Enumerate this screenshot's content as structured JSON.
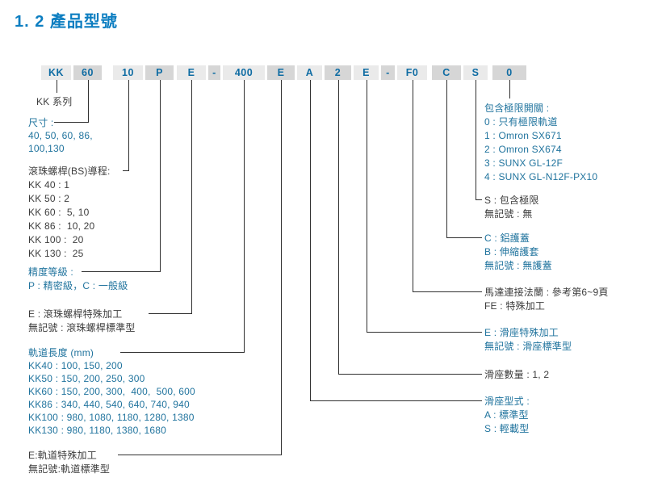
{
  "title": "1. 2 產品型號",
  "colors": {
    "title_blue": "#0d7ec1",
    "text_blue": "#21749e",
    "text_dark": "#3d3d3d",
    "box_light": "#eaeaea",
    "box_dark": "#d6d6d6",
    "box_text_blue": "#0f6ca3",
    "line_dark": "#303030"
  },
  "model_code": {
    "segments": [
      "KK",
      "60",
      "10",
      "P",
      "E",
      "-",
      "400",
      "E",
      "A",
      "2",
      "E",
      "-",
      "F0",
      "C",
      "S",
      "0"
    ]
  },
  "annotations": {
    "kk_series": {
      "color": "dark",
      "lines": [
        "KK 系列"
      ]
    },
    "size": {
      "color": "blue",
      "lines": [
        "尺寸 :",
        "40, 50, 60, 86,",
        "100,130"
      ]
    },
    "bs_lead": {
      "color": "dark",
      "lines": [
        "滾珠螺桿(BS)導程:",
        "KK 40 : 1",
        "KK 50 : 2",
        "KK 60 :  5, 10",
        "KK 86 :  10, 20",
        "KK 100 :  20",
        "KK 130 :  25"
      ]
    },
    "precision": {
      "color": "blue",
      "lines": [
        "精度等級 :",
        "P : 精密級，C : 一般級"
      ]
    },
    "bs_special": {
      "color": "dark",
      "lines": [
        "E : 滾珠螺桿特殊加工",
        "無記號 : 滾珠螺桿標準型"
      ]
    },
    "rail_length": {
      "color": "blue",
      "lines": [
        "軌道長度 (mm)",
        "KK40 : 100, 150, 200",
        "KK50 : 150, 200, 250, 300",
        "KK60 : 150, 200, 300,  400,  500, 600",
        "KK86 : 340, 440, 540, 640, 740, 940",
        "KK100 : 980, 1080, 1180, 1280, 1380",
        "KK130 : 980, 1180, 1380, 1680"
      ]
    },
    "rail_special": {
      "color": "dark",
      "lines": [
        "E:軌道特殊加工",
        "無記號:軌道標準型"
      ]
    },
    "limit_switch": {
      "color": "blue",
      "lines": [
        "包含極限開關 :",
        "0 : 只有極限軌道",
        "1 : Omron SX671",
        "2 : Omron SX674",
        "3 : SUNX GL-12F",
        "4 : SUNX GL-N12F-PX10"
      ]
    },
    "limit": {
      "color": "dark",
      "lines": [
        "S : 包含極限",
        "無記號 : 無"
      ]
    },
    "cover": {
      "color": "blue",
      "lines": [
        "C : 鋁護蓋",
        "B : 伸縮護套",
        "無記號 : 無護蓋"
      ]
    },
    "motor_flange": {
      "color": "dark",
      "lines": [
        "馬達連接法蘭 : 參考第6~9頁",
        "FE : 特殊加工"
      ]
    },
    "block_special": {
      "color": "blue",
      "lines": [
        "E : 滑座特殊加工",
        "無記號 : 滑座標準型"
      ]
    },
    "block_qty": {
      "color": "dark",
      "lines": [
        "滑座數量 : 1, 2"
      ]
    },
    "block_type": {
      "color": "blue",
      "lines": [
        "滑座型式 :",
        "A : 標準型",
        "S : 輕載型"
      ]
    }
  }
}
